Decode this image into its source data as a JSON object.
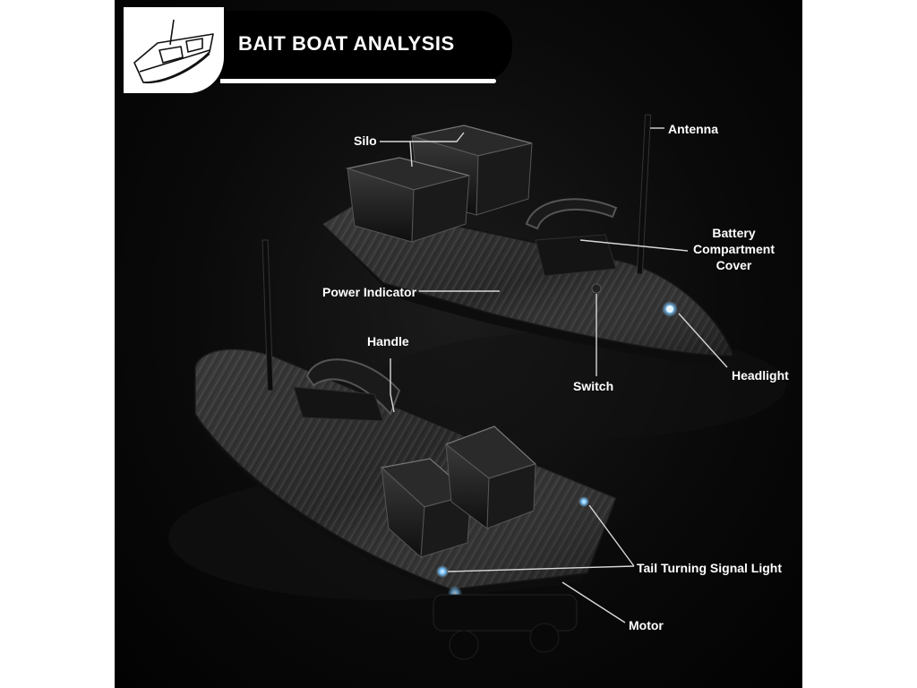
{
  "header": {
    "title": "BAIT BOAT ANALYSIS",
    "badge_icon": "bait-boat-outline-icon"
  },
  "callouts": {
    "silo": "Silo",
    "antenna": "Antenna",
    "battery_cover": "Battery\nCompartment\nCover",
    "power_indicator": "Power Indicator",
    "switch": "Switch",
    "headlight": "Headlight",
    "handle": "Handle",
    "tail_light": "Tail Turning Signal Light",
    "motor": "Motor"
  },
  "colors": {
    "background": "#0a0a0a",
    "hull": "#2b2b2b",
    "led": "#9ad8ff",
    "text": "#ffffff",
    "leader_line": "#d8d8d8"
  }
}
